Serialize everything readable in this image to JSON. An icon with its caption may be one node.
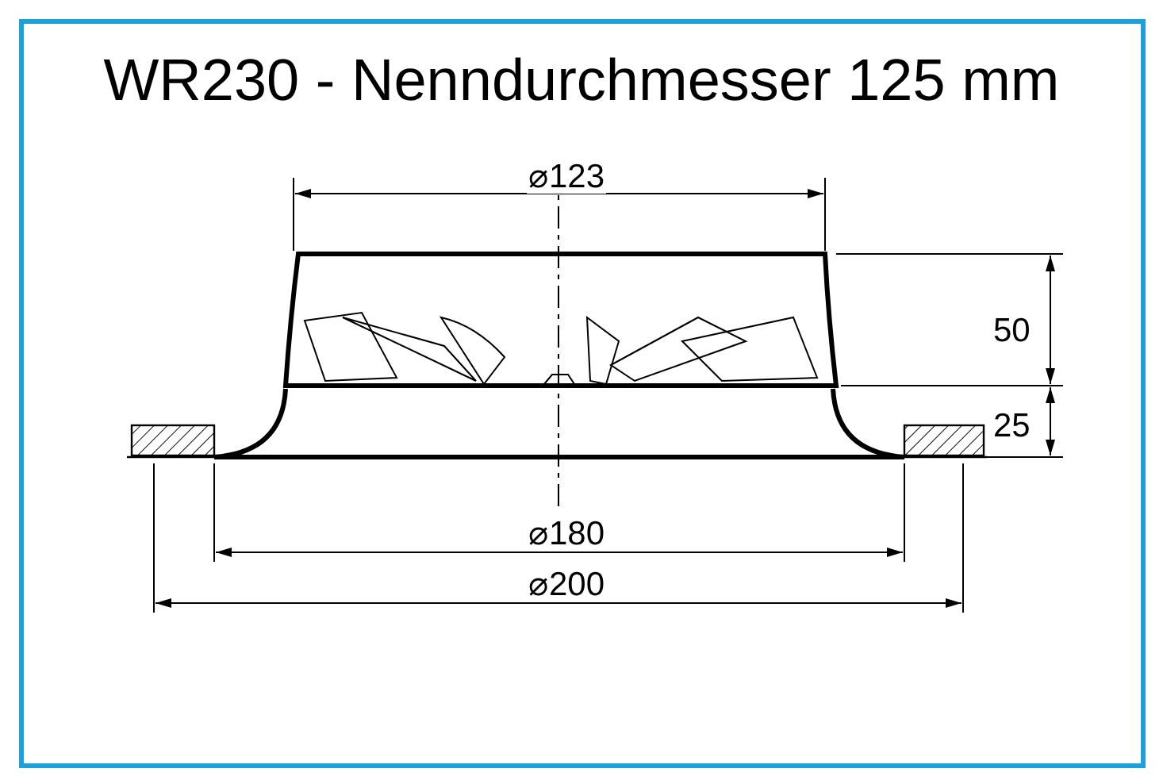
{
  "diagram": {
    "title": "WR230 - Nenndurchmesser 125 mm",
    "labels": [
      "⌀123",
      "50",
      "25",
      "⌀180",
      "⌀200"
    ]
  }
}
